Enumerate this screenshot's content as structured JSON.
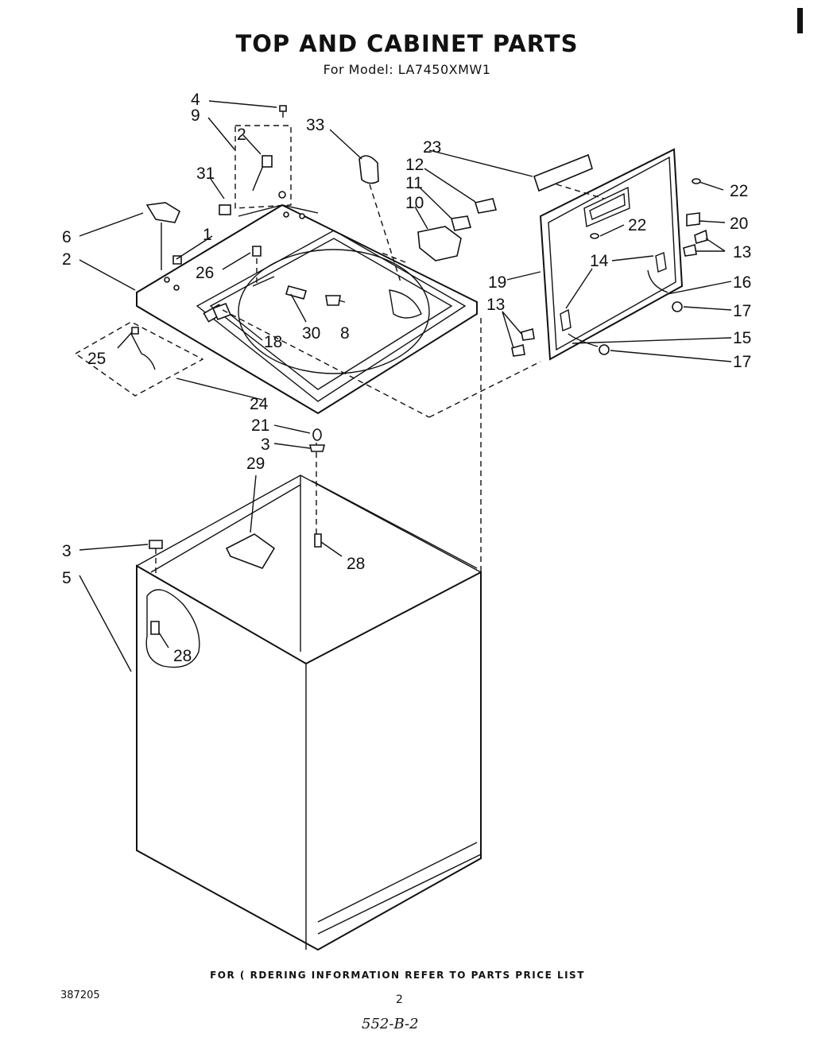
{
  "header": {
    "title": "TOP AND CABINET PARTS",
    "subtitle": "For Model: LA7450XMW1"
  },
  "callouts": {
    "c1": "1",
    "c2a": "2",
    "c2b": "2",
    "c3a": "3",
    "c3b": "3",
    "c4": "4",
    "c5": "5",
    "c6": "6",
    "c8": "8",
    "c9": "9",
    "c10": "10",
    "c11": "11",
    "c12": "12",
    "c13a": "13",
    "c13b": "13",
    "c14": "14",
    "c15": "15",
    "c16": "16",
    "c17a": "17",
    "c17b": "17",
    "c18": "18",
    "c19": "19",
    "c20": "20",
    "c21": "21",
    "c22a": "22",
    "c22b": "22",
    "c23": "23",
    "c24": "24",
    "c25": "25",
    "c26": "26",
    "c28a": "28",
    "c28b": "28",
    "c29": "29",
    "c30": "30",
    "c31": "31",
    "c33": "33"
  },
  "footer": {
    "ordering_note": "FOR ( RDERING INFORMATION REFER TO PARTS PRICE LIST",
    "doc_number": "387205",
    "page_number": "2",
    "handwritten_code": "552-B-2"
  }
}
